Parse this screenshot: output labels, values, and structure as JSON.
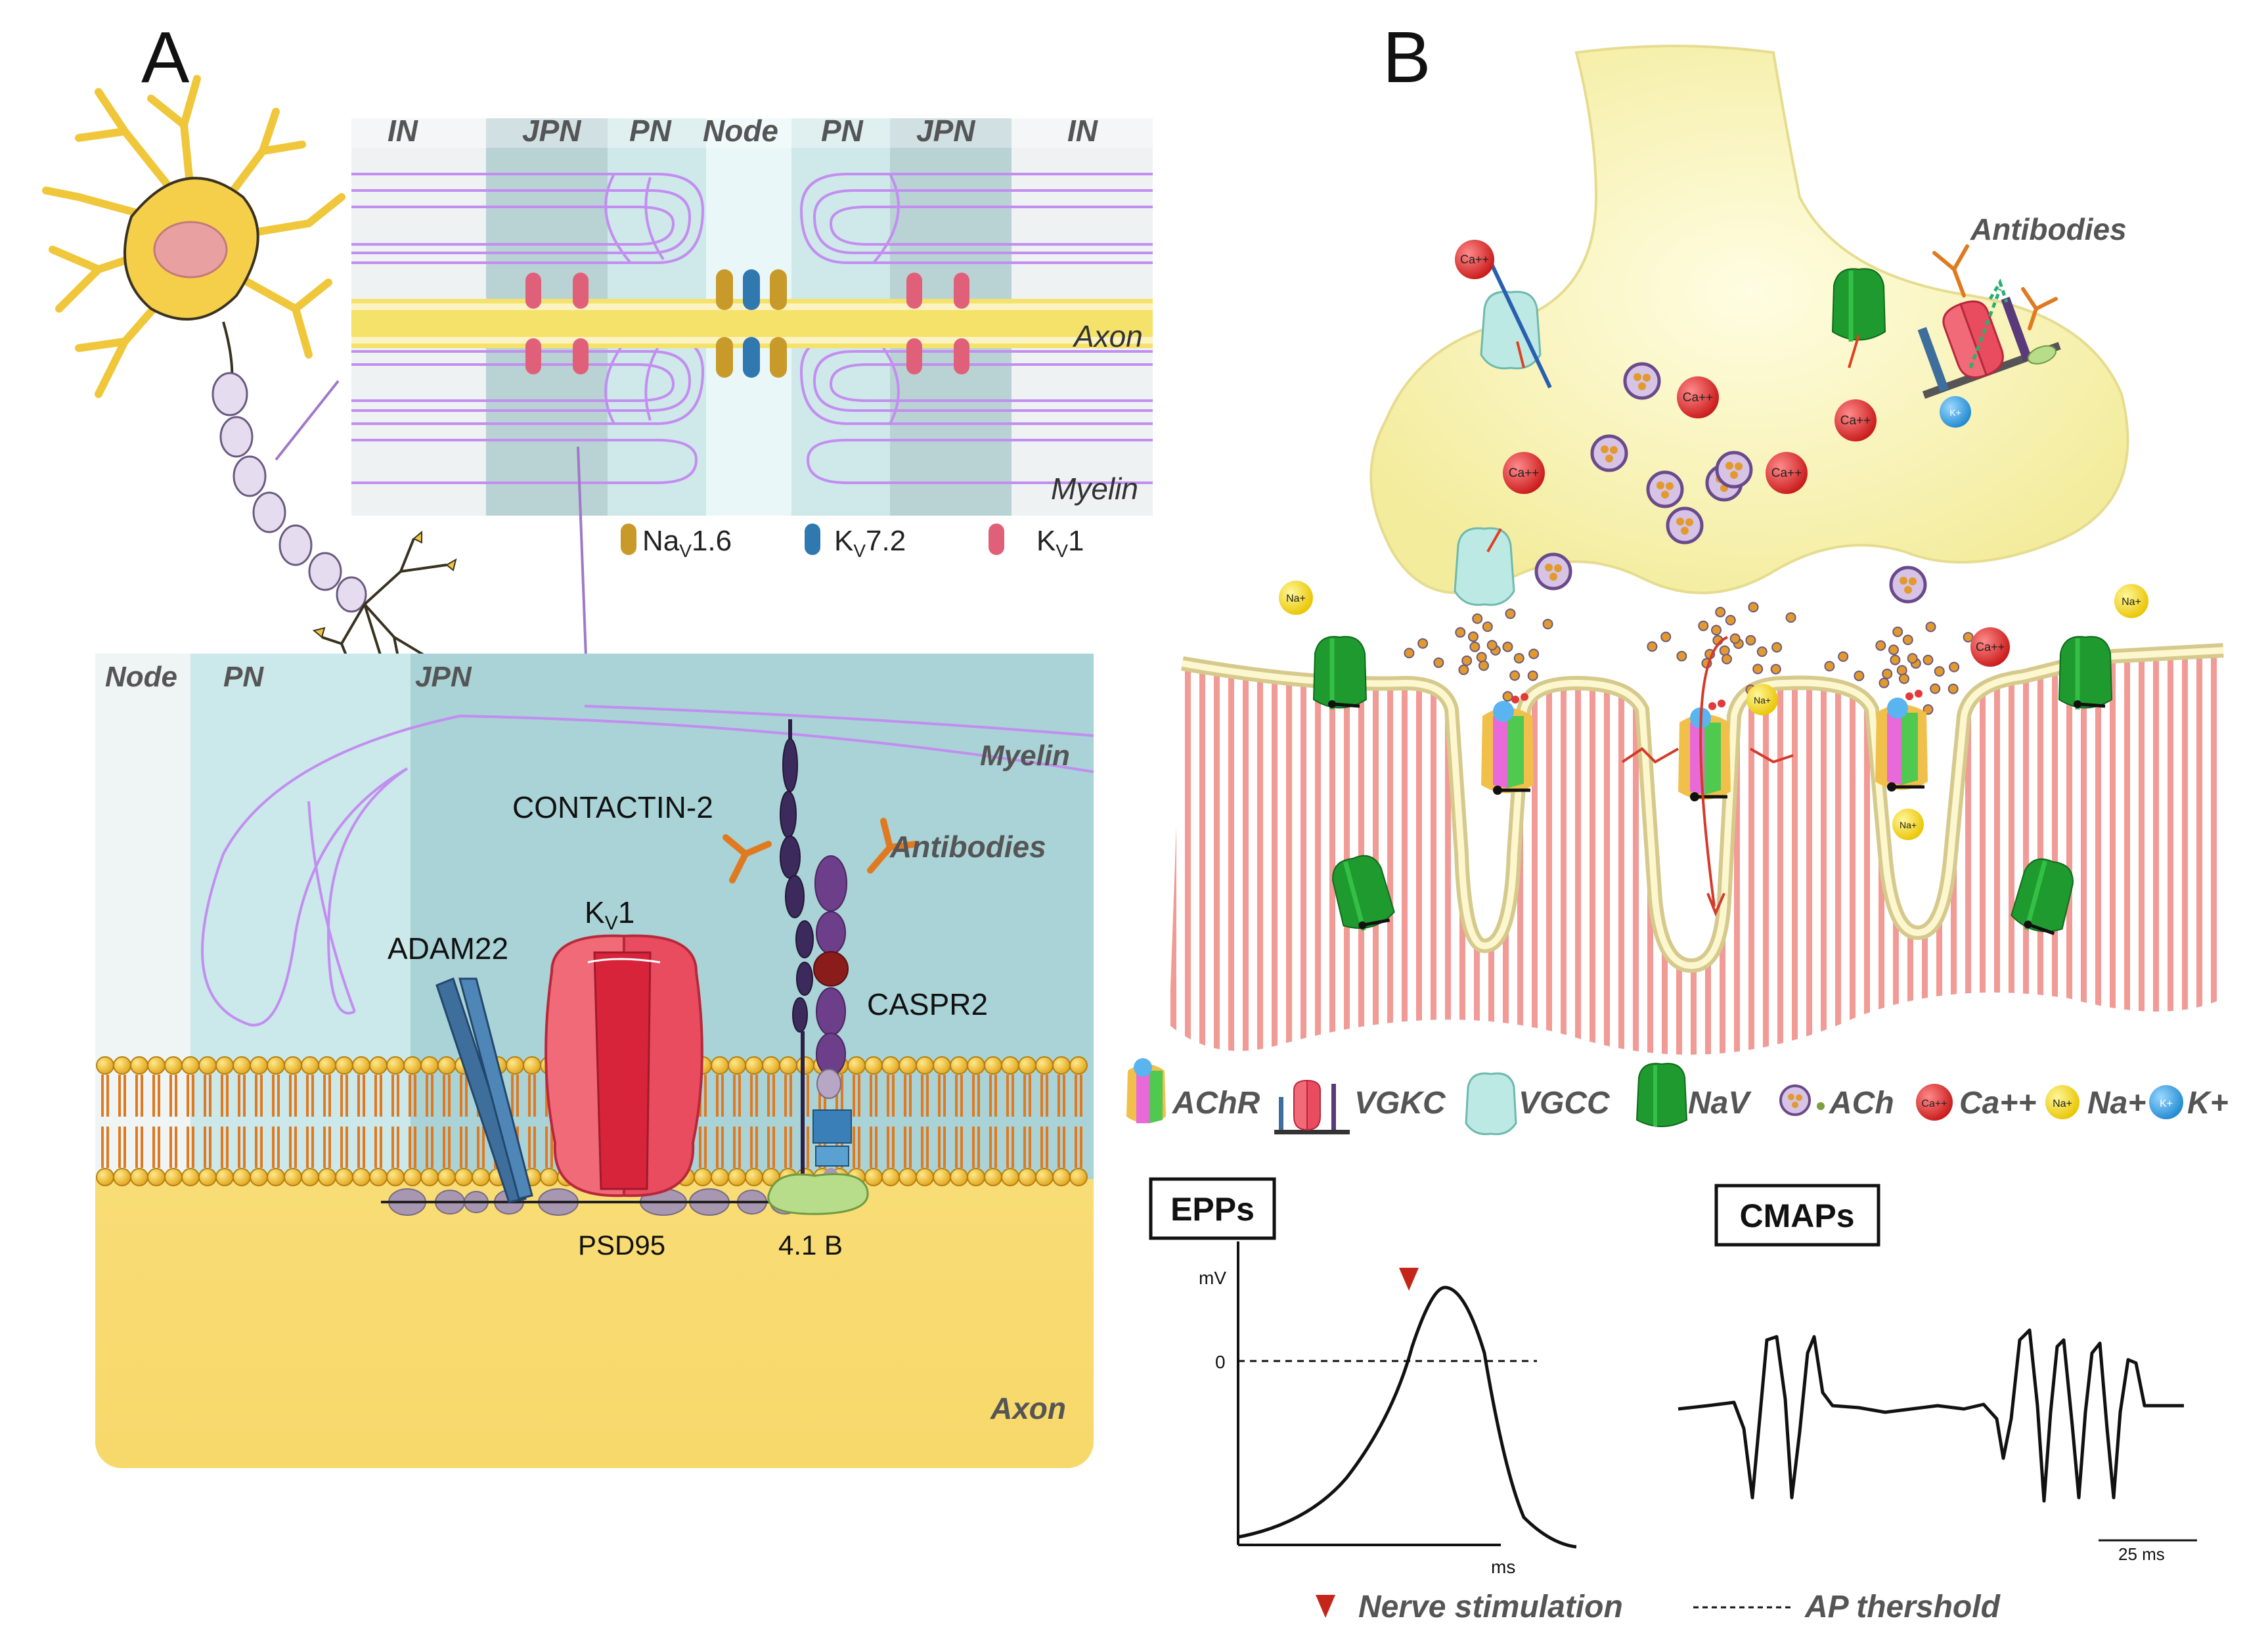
{
  "panel_a": {
    "label": "A",
    "top_regions": [
      "IN",
      "JPN",
      "PN",
      "Node",
      "PN",
      "JPN",
      "IN"
    ],
    "axon_label": "Axon",
    "myelin_label": "Myelin",
    "legend": [
      {
        "base": "Na",
        "sub": "V",
        "rest": "1.6",
        "color": "#c79a2a"
      },
      {
        "base": "K",
        "sub": "V",
        "rest": "7.2",
        "color": "#2f78b0"
      },
      {
        "base": "K",
        "sub": "V",
        "rest": "1",
        "color": "#e0607a"
      }
    ],
    "bottom_regions": [
      "Node",
      "PN",
      "JPN"
    ],
    "myelin_label_bottom": "Myelin",
    "axon_label_bottom": "Axon",
    "proteins": {
      "contactin": "CONTACTIN-2",
      "antibodies": "Antibodies",
      "adam22": "ADAM22",
      "kv1_base": "K",
      "kv1_sub": "V",
      "kv1_rest": "1",
      "caspr2": "CASPR2",
      "psd95": "PSD95",
      "band41": "4.1 B"
    }
  },
  "panel_b": {
    "label": "B",
    "antibodies": "Antibodies",
    "ions": {
      "ca": "Ca++",
      "na": "Na+",
      "k": "K+"
    },
    "legend": [
      {
        "label": "AChR",
        "icon": "achr-icon"
      },
      {
        "label": "VGKC",
        "icon": "vgkc-icon"
      },
      {
        "label": "VGCC",
        "icon": "vgcc-icon"
      },
      {
        "label": "NaV",
        "icon": "nav-icon"
      },
      {
        "label": "ACh",
        "icon": "ach-vesicle-icon"
      },
      {
        "label": "Ca++",
        "icon": "calcium-ion-icon"
      },
      {
        "label": "Na+",
        "icon": "sodium-ion-icon"
      },
      {
        "label": "K+",
        "icon": "potassium-ion-icon"
      }
    ],
    "epps_title": "EPPs",
    "cmaps_title": "CMAPs",
    "epps_y_unit": "mV",
    "epps_zero": "0",
    "epps_x_unit": "ms",
    "scale_bar": "25 ms",
    "nerve_stimulation": "Nerve stimulation",
    "ap_threshold": "AP thershold",
    "colors": {
      "terminal": "#fbf6c4",
      "muscle_stripe": "#f08b86",
      "nav_green": "#1e9a2e",
      "ca_red": "#e23a3a",
      "na_yellow": "#f2d21a",
      "k_blue": "#3aa8e8"
    }
  }
}
